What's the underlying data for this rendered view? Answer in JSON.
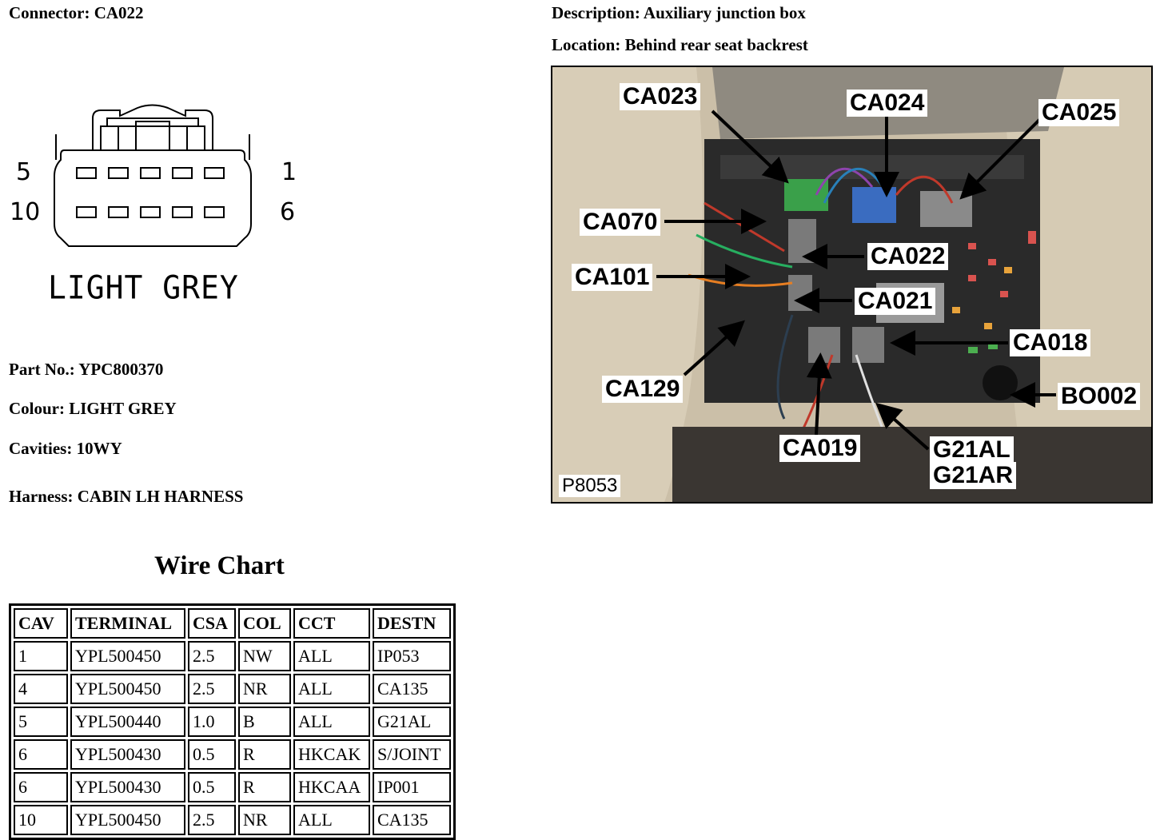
{
  "header": {
    "connector": "Connector: CA022",
    "description": "Description: Auxiliary junction box",
    "location": "Location: Behind rear seat backrest"
  },
  "connector_face": {
    "pin_labels": {
      "top_left": "5",
      "bottom_left": "10",
      "top_right": "1",
      "bottom_right": "6"
    },
    "colour_caption": "LIGHT GREY"
  },
  "details": {
    "part_no": "Part No.: YPC800370",
    "colour": "Colour: LIGHT GREY",
    "cavities": "Cavities: 10WY",
    "harness": "Harness: CABIN LH HARNESS"
  },
  "wire_chart": {
    "title": "Wire Chart",
    "headers": [
      "CAV",
      "TERMINAL",
      "CSA",
      "COL",
      "CCT",
      "DESTN"
    ],
    "rows": [
      [
        "1",
        "YPL500450",
        "2.5",
        "NW",
        "ALL",
        "IP053"
      ],
      [
        "4",
        "YPL500450",
        "2.5",
        "NR",
        "ALL",
        "CA135"
      ],
      [
        "5",
        "YPL500440",
        "1.0",
        "B",
        "ALL",
        "G21AL"
      ],
      [
        "6",
        "YPL500430",
        "0.5",
        "R",
        "HKCAK",
        "S/JOINT"
      ],
      [
        "6",
        "YPL500430",
        "0.5",
        "R",
        "HKCAA",
        "IP001"
      ],
      [
        "10",
        "YPL500450",
        "2.5",
        "NR",
        "ALL",
        "CA135"
      ]
    ]
  },
  "photo": {
    "reference": "P8053",
    "callouts": [
      "CA023",
      "CA024",
      "CA025",
      "CA070",
      "CA022",
      "CA101",
      "CA021",
      "CA018",
      "CA129",
      "BO002",
      "CA019",
      "G21AL",
      "G21AR"
    ]
  }
}
